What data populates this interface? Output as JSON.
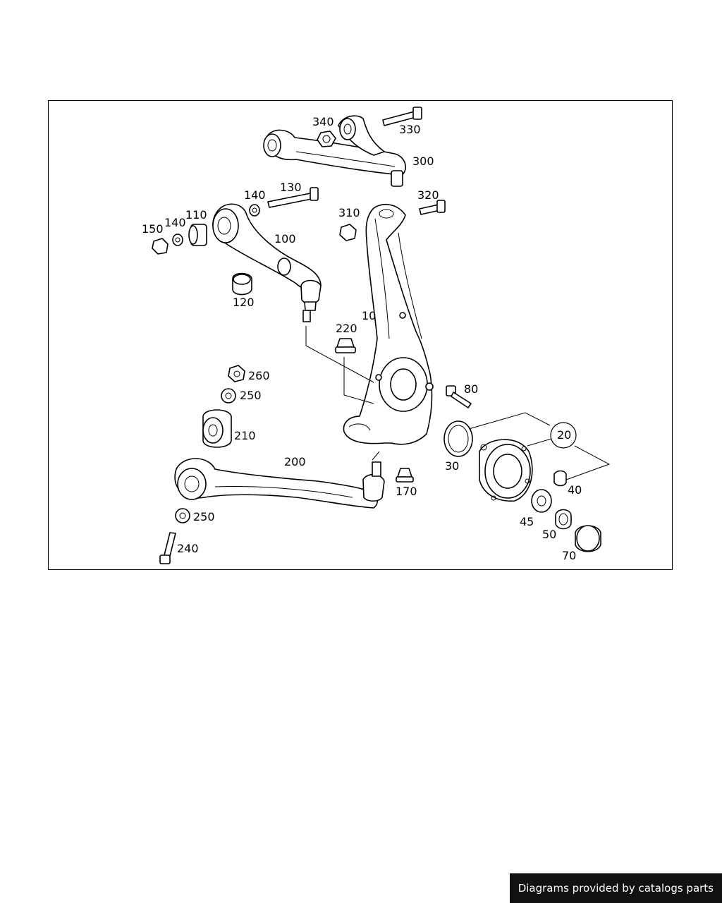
{
  "callouts": {
    "c340": "340",
    "c330": "330",
    "c300": "300",
    "c140a": "140",
    "c130": "130",
    "c320": "320",
    "c310": "310",
    "c150": "150",
    "c140b": "140",
    "c110": "110",
    "c100": "100",
    "c120": "120",
    "c10": "10",
    "c220": "220",
    "c260": "260",
    "c250a": "250",
    "c210": "210",
    "c80": "80",
    "c20": "20",
    "c30": "30",
    "c200": "200",
    "c170": "170",
    "c40": "40",
    "c45": "45",
    "c250b": "250",
    "c50": "50",
    "c240": "240",
    "c70": "70"
  },
  "watermark": "Diagrams provided by catalogs parts"
}
